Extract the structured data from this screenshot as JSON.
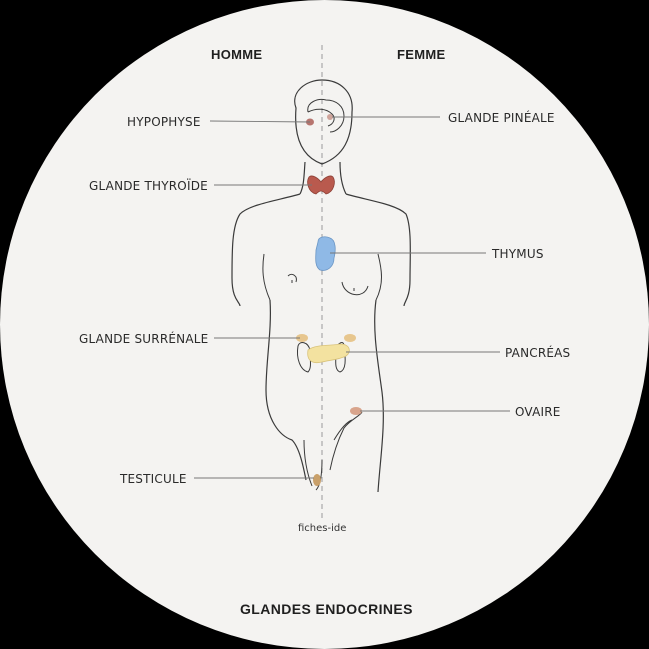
{
  "title": "GLANDES ENDOCRINES",
  "columns": {
    "left": "HOMME",
    "right": "FEMME"
  },
  "credit": "fiches-ide",
  "labels": {
    "hypophyse": "HYPOPHYSE",
    "glande_pineale": "GLANDE PINÉALE",
    "glande_thyroide": "GLANDE THYROÏDE",
    "thymus": "THYMUS",
    "glande_surrenale": "GLANDE SURRÉNALE",
    "pancreas": "PANCRÉAS",
    "ovaire": "OVAIRE",
    "testicule": "TESTICULE"
  },
  "colors": {
    "background_circle": "#f4f3f1",
    "outline": "#3a3a3a",
    "thyroid": "#b95a4e",
    "thymus": "#8fb9e6",
    "adrenal": "#e7c68e",
    "pancreas": "#f3e2a0",
    "ovary": "#d8a48c",
    "testicle": "#c9a06a",
    "pituitary": "#b7756f"
  }
}
